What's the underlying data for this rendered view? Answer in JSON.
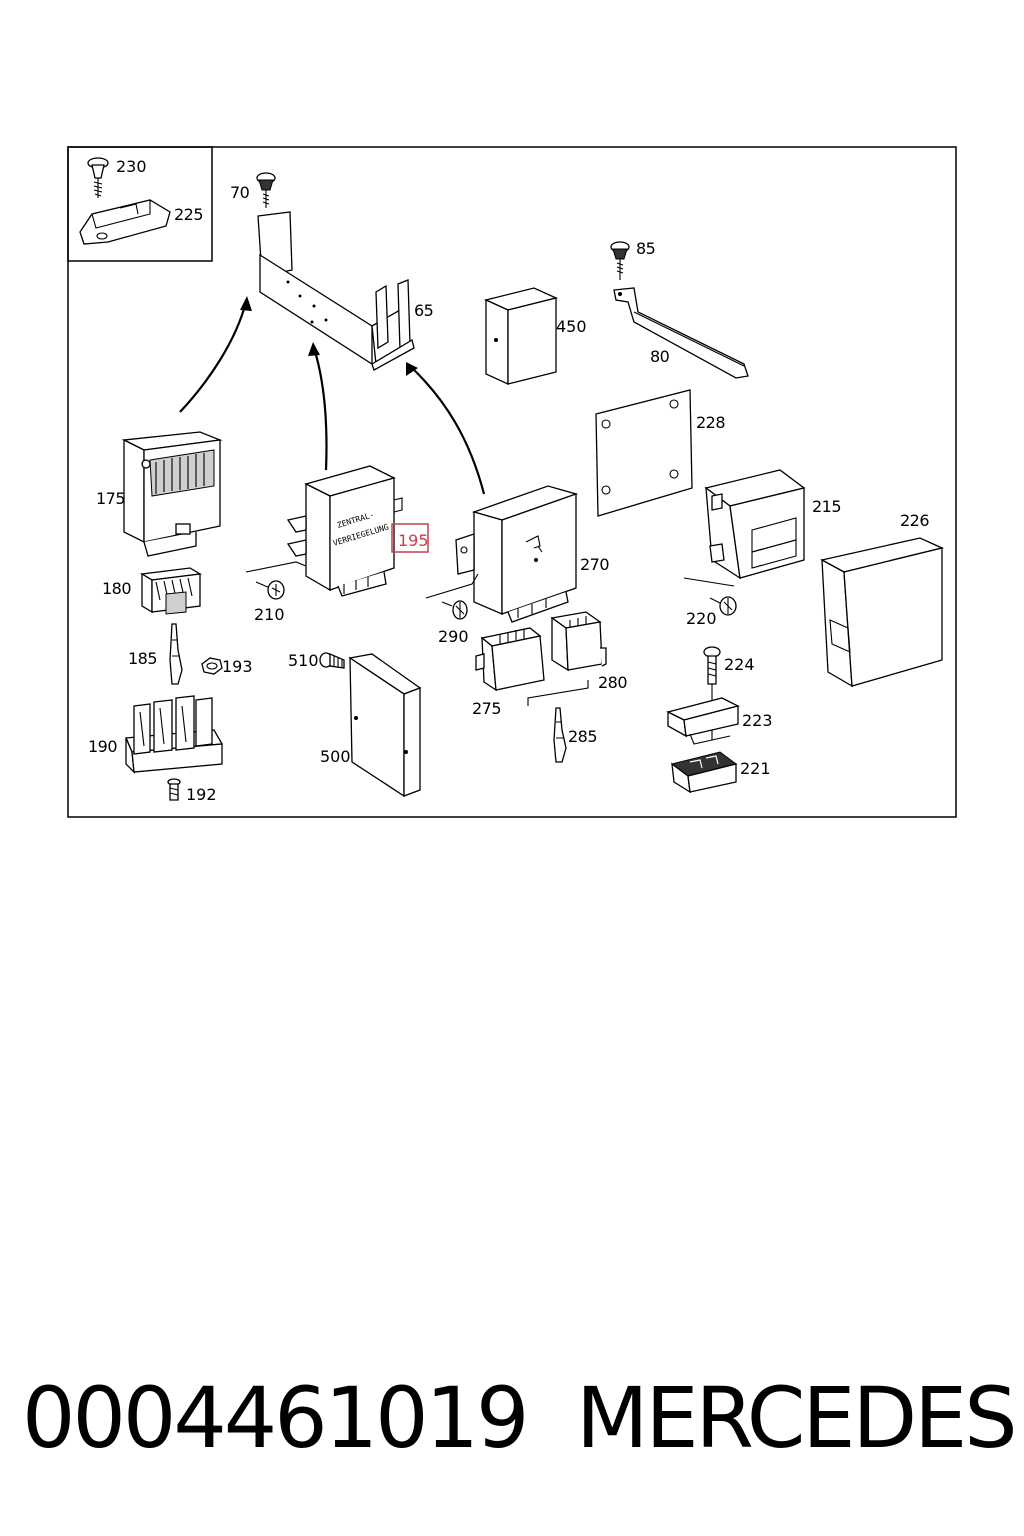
{
  "diagram": {
    "labels": {
      "l230": "230",
      "l225": "225",
      "l70": "70",
      "l65": "65",
      "l85": "85",
      "l450": "450",
      "l80": "80",
      "l228": "228",
      "l175": "175",
      "l215": "215",
      "l226": "226",
      "l195": "195",
      "l270": "270",
      "l180": "180",
      "l210": "210",
      "l290": "290",
      "l220": "220",
      "l185": "185",
      "l193": "193",
      "l510": "510",
      "l224": "224",
      "l275": "275",
      "l280": "280",
      "l223": "223",
      "l190": "190",
      "l500": "500",
      "l285": "285",
      "l221": "221",
      "l192": "192"
    },
    "module_text": {
      "line1": "ZENTRAL-",
      "line2": "VERRIEGELUNG"
    },
    "highlight_color": "#c4404a"
  },
  "footer": {
    "part_number": "0004461019",
    "brand": "MERCEDES"
  }
}
